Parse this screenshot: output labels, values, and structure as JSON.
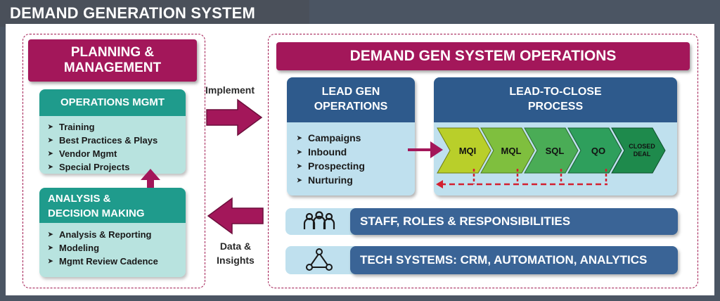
{
  "title": "DEMAND GENERATION SYSTEM",
  "planning": {
    "header_line1": "PLANNING &",
    "header_line2": "MANAGEMENT",
    "operations_mgmt": {
      "header": "OPERATIONS MGMT",
      "items": [
        "Training",
        "Best Practices & Plays",
        "Vendor Mgmt",
        "Special Projects"
      ]
    },
    "analysis": {
      "header_line1": "ANALYSIS &",
      "header_line2": "DECISION MAKING",
      "items": [
        "Analysis & Reporting",
        "Modeling",
        "Mgmt Review Cadence"
      ]
    }
  },
  "arrows": {
    "implement": "Implement",
    "data_line1": "Data &",
    "data_line2": "Insights"
  },
  "operations": {
    "header": "DEMAND GEN SYSTEM OPERATIONS",
    "lead_gen": {
      "header_line1": "LEAD GEN",
      "header_line2": "OPERATIONS",
      "items": [
        "Campaigns",
        "Inbound",
        "Prospecting",
        "Nurturing"
      ]
    },
    "lead_to_close": {
      "header_line1": "LEAD-TO-CLOSE",
      "header_line2": "PROCESS",
      "stages": [
        {
          "label": "MQI",
          "color": "#b9cf2a"
        },
        {
          "label": "MQL",
          "color": "#7fbf3e"
        },
        {
          "label": "SQL",
          "color": "#4aac56"
        },
        {
          "label": "QO",
          "color": "#2e9f5c"
        },
        {
          "label_line1": "CLOSED",
          "label_line2": "DEAL",
          "color": "#1e8a4c"
        }
      ]
    },
    "staff_bar": {
      "label": "STAFF, ROLES & RESPONSIBILITIES",
      "icon": "people-icon"
    },
    "tech_bar": {
      "label": "TECH SYSTEMS: CRM, AUTOMATION, ANALYTICS",
      "icon": "network-icon"
    }
  },
  "colors": {
    "magenta": "#a3175a",
    "teal": "#1f9b8c",
    "light_teal": "#b8e3df",
    "blue": "#2e5a8c",
    "light_blue": "#bfe0ee",
    "red_dash": "#d32030"
  }
}
